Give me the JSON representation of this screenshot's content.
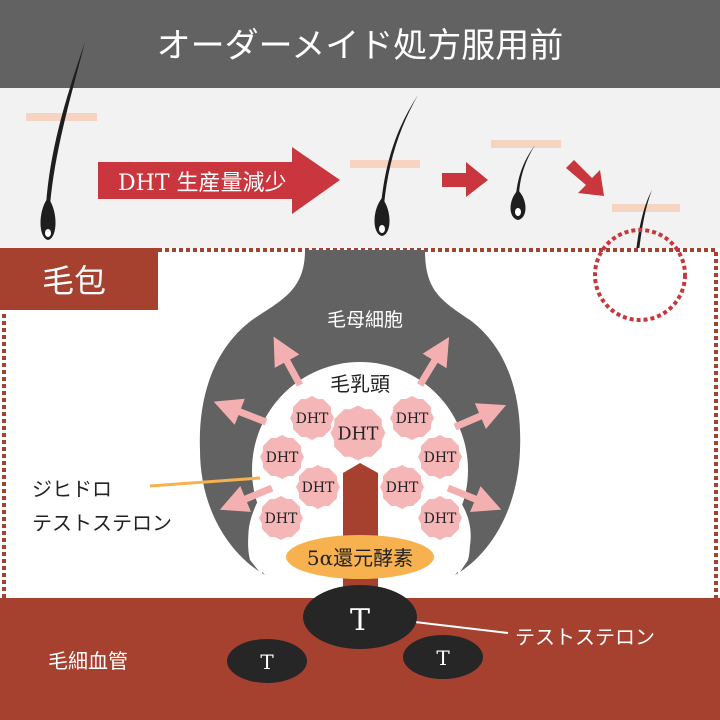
{
  "title": "オーダーメイド処方服用前",
  "reduction_label": "DHT 生産量減少",
  "follicle_label": "毛包",
  "hair_matrix_label": "毛母細胞",
  "dermal_papilla_label": "毛乳頭",
  "dht_label": "DHT",
  "enzyme_label": "5α還元酵素",
  "dht_callout": [
    "ジヒドロ",
    "テストステロン"
  ],
  "capillary_label": "毛細血管",
  "testosterone_label": "テストステロン",
  "testosterone_symbol": "T",
  "colors": {
    "header": "#626262",
    "brown": "#a6402f",
    "red_arrow": "#c9363d",
    "pink": "#f4b6b6",
    "orange": "#f7b14f",
    "bar": "#f7d3c1"
  }
}
